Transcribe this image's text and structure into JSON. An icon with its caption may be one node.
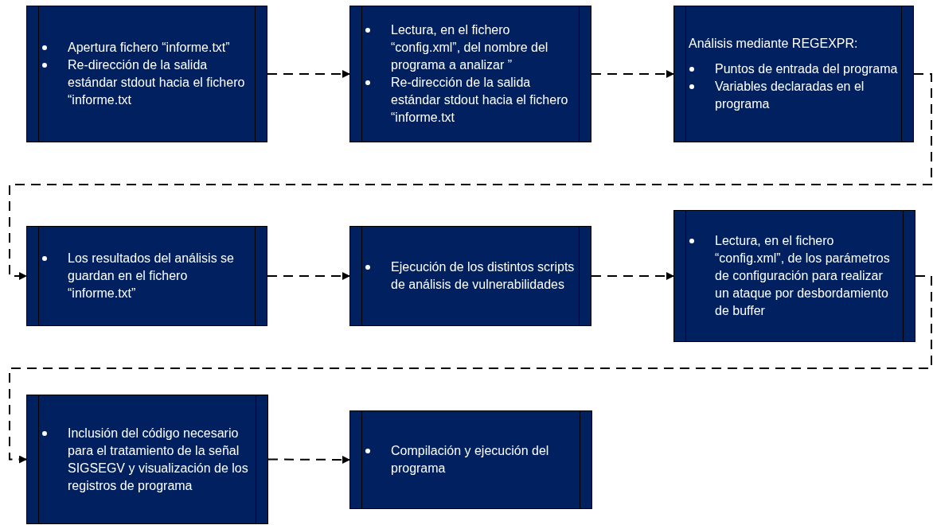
{
  "diagram": {
    "nodes": [
      {
        "text": [
          "Apertura fichero “informe.txt”",
          "Re-dirección de la salida estándar stdout hacia el fichero “informe.txt"
        ]
      },
      {
        "text": [
          "Lectura, en el fichero “config.xml”, del nombre del programa a analizar ”",
          "Re-dirección de la salida estándar stdout hacia el fichero “informe.txt"
        ]
      },
      {
        "text": [
          "Análisis mediante REGEXPR:",
          "Puntos de entrada del programa",
          "Variables declaradas en el programa"
        ]
      },
      {
        "text": [
          "Los resultados del análisis se guardan en el fichero “informe.txt”"
        ]
      },
      {
        "text": [
          "Ejecución de los distintos scripts de análisis de vulnerabilidades"
        ]
      },
      {
        "text": [
          "Lectura, en el fichero “config.xml”, de los parámetros de configuración para realizar un ataque por desbordamiento de buffer"
        ]
      },
      {
        "text": [
          "Inclusión del código necesario para el tratamiento de la señal SIGSEGV y visualización de los registros de programa"
        ]
      },
      {
        "text": [
          "Compilación y ejecución del programa"
        ]
      }
    ],
    "edges": [
      {
        "from": 0,
        "to": 1,
        "arrow": "to",
        "style": "dashed"
      },
      {
        "from": 1,
        "to": 2,
        "arrow": "to",
        "style": "dashed"
      },
      {
        "from": 2,
        "to": 3,
        "arrow": "to",
        "style": "dashed"
      },
      {
        "from": 3,
        "to": 4,
        "arrow": "to",
        "style": "dashed"
      },
      {
        "from": 4,
        "to": 5,
        "arrow": "to",
        "style": "dashed"
      },
      {
        "from": 5,
        "to": 6,
        "arrow": "to",
        "style": "dashed"
      },
      {
        "from": 6,
        "to": 7,
        "arrow": "to",
        "style": "dashed"
      }
    ]
  }
}
